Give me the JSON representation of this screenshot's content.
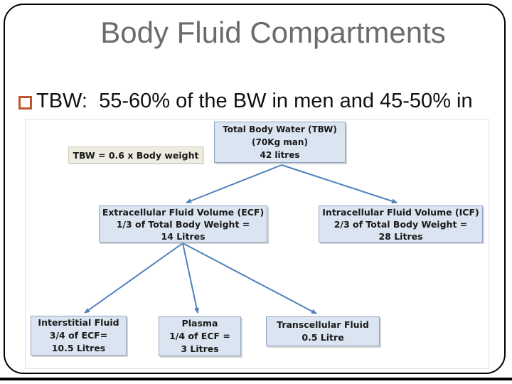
{
  "slide": {
    "title": "Body Fluid Compartments",
    "bullet_text": "TBW:  55-60% of the BW in men and 45-50% in"
  },
  "diagram": {
    "formula_box": "TBW = 0.6 x Body weight",
    "nodes": {
      "tbw": {
        "line1": "Total Body Water (TBW)",
        "line2": "(70Kg man)",
        "line3": "42 litres"
      },
      "ecf": {
        "line1": "Extracellular Fluid Volume (ECF)",
        "line2": "1/3 of Total Body Weight =",
        "line3": "14 Litres"
      },
      "icf": {
        "line1": "Intracellular Fluid Volume (ICF)",
        "line2": "2/3 of Total Body Weight =",
        "line3": "28 Litres"
      },
      "interstitial": {
        "line1": "Interstitial Fluid",
        "line2": "3/4 of ECF=",
        "line3": "10.5 Litres"
      },
      "plasma": {
        "line1": "Plasma",
        "line2": "1/4 of ECF =",
        "line3": "3 Litres"
      },
      "transcellular": {
        "line1": "Transcellular Fluid",
        "line2": "0.5 Litre"
      }
    },
    "colors": {
      "node_fill": "#dbe5f1",
      "node_border": "#8fa3c2",
      "formula_fill": "#eeece1",
      "arrow_blue": "#4f81bd",
      "title_gray": "#6b6b6b",
      "bullet_orange": "#c0562c"
    }
  }
}
